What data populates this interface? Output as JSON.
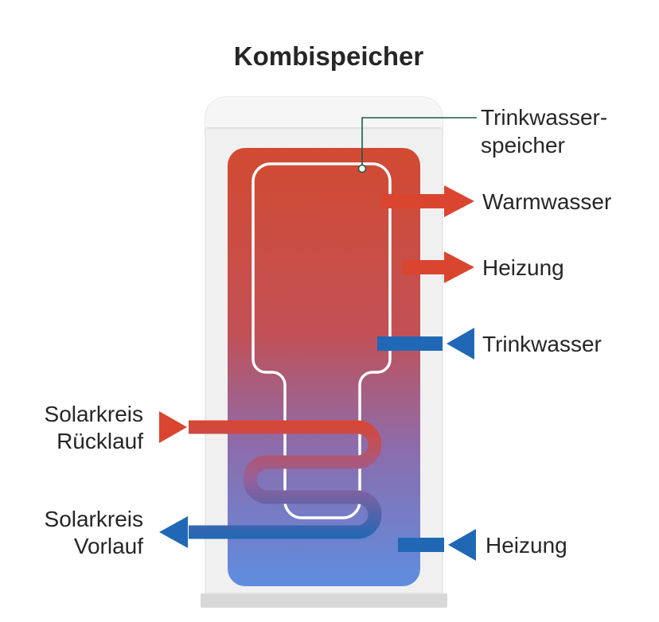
{
  "title": "Kombispeicher",
  "labels": {
    "inner_tank": {
      "line1": "Trinkwasser-",
      "line2": "speicher"
    },
    "warmwasser": "Warmwasser",
    "heizung_top": "Heizung",
    "trinkwasser": "Trinkwasser",
    "solar_ruecklauf": {
      "line1": "Solarkreis",
      "line2": "Rücklauf"
    },
    "solar_vorlauf": {
      "line1": "Solarkreis",
      "line2": "Vorlauf"
    },
    "heizung_bottom": "Heizung"
  },
  "colors": {
    "title_green": "#1a5c43",
    "leader_green": "#1d5c45",
    "arrow_red": "#da452f",
    "arrow_blue": "#2068b5",
    "tank_top_red": "#d24a31",
    "tank_bottom_blue": "#5f8de0",
    "shell_gray": "#f0f0f0",
    "base_gray": "#d8d8d8",
    "inner_outline": "#ffffff",
    "label_text": "#262626"
  },
  "connections": [
    {
      "label": "Warmwasser",
      "color": "red",
      "direction": "out"
    },
    {
      "label": "Heizung",
      "color": "red",
      "direction": "out"
    },
    {
      "label": "Trinkwasser",
      "color": "blue",
      "direction": "in"
    },
    {
      "label": "Solarkreis Rücklauf",
      "color": "red",
      "direction": "in"
    },
    {
      "label": "Solarkreis Vorlauf",
      "color": "blue",
      "direction": "out"
    },
    {
      "label": "Heizung",
      "color": "blue",
      "direction": "in"
    }
  ]
}
